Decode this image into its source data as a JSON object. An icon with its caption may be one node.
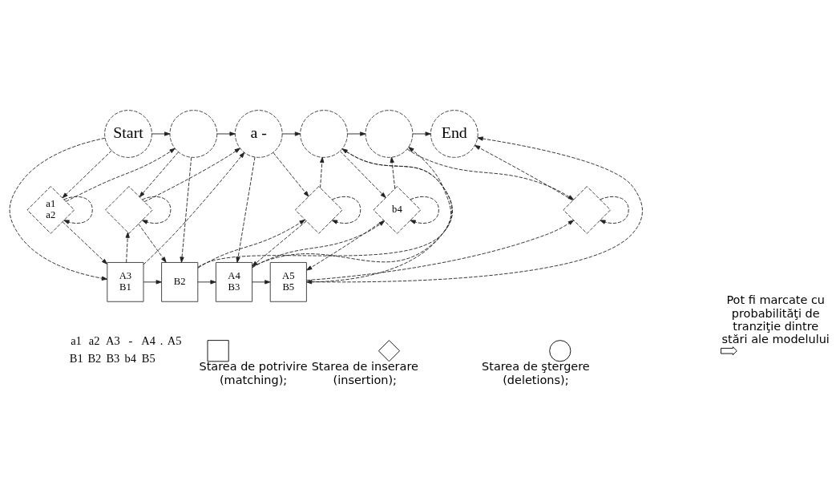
{
  "diagram": {
    "nodes": [
      {
        "text": [
          "Start"
        ]
      },
      {
        "text": [],
        "shape": "circle"
      },
      {
        "text": [
          "a -"
        ]
      },
      {
        "text": [],
        "shape": "circle"
      },
      {
        "text": [],
        "shape": "circle"
      },
      {
        "text": [
          "End"
        ]
      },
      {
        "text": [
          "a1",
          "a2"
        ]
      },
      {
        "text": [],
        "shape": "diamond"
      },
      {
        "text": [],
        "shape": "diamond"
      },
      {
        "text": [
          "b4"
        ]
      },
      {
        "text": [],
        "shape": "diamond"
      },
      {
        "text": [
          "A3",
          "B1"
        ]
      },
      {
        "text": [
          "B2"
        ]
      },
      {
        "text": [
          "A4",
          "B3"
        ]
      },
      {
        "text": [
          "A5",
          "B5"
        ]
      }
    ],
    "edges": [
      {
        "from": 0,
        "to": 1,
        "arrow": "to"
      },
      {
        "from": 1,
        "to": 2,
        "arrow": "to"
      },
      {
        "from": 2,
        "to": 3,
        "arrow": "to"
      },
      {
        "from": 3,
        "to": 4,
        "arrow": "to"
      },
      {
        "from": 4,
        "to": 5,
        "arrow": "to"
      },
      {
        "from": 11,
        "to": 12,
        "arrow": "to"
      },
      {
        "from": 12,
        "to": 13,
        "arrow": "to"
      },
      {
        "from": 13,
        "to": 14,
        "arrow": "to"
      },
      {
        "from": 0,
        "to": 6,
        "arrow": "to",
        "style": "dashed"
      },
      {
        "from": 0,
        "to": 11,
        "arrow": "to",
        "style": "dashed"
      },
      {
        "from": 6,
        "to": 6,
        "arrow": "to",
        "style": "dashed"
      },
      {
        "from": 6,
        "to": 1,
        "arrow": "to",
        "style": "dashed"
      },
      {
        "from": 6,
        "to": 11,
        "arrow": "to",
        "style": "dashed"
      },
      {
        "from": 1,
        "to": 7,
        "arrow": "to",
        "style": "dashed"
      },
      {
        "from": 1,
        "to": 12,
        "arrow": "to",
        "style": "dashed"
      },
      {
        "from": 11,
        "to": 7,
        "arrow": "to",
        "style": "dashed"
      },
      {
        "from": 11,
        "to": 2,
        "arrow": "to",
        "style": "dashed"
      },
      {
        "from": 7,
        "to": 7,
        "arrow": "to",
        "style": "dashed"
      },
      {
        "from": 7,
        "to": 2,
        "arrow": "to",
        "style": "dashed"
      },
      {
        "from": 7,
        "to": 12,
        "arrow": "to",
        "style": "dashed"
      },
      {
        "from": 2,
        "to": 8,
        "arrow": "to",
        "style": "dashed"
      },
      {
        "from": 2,
        "to": 13,
        "arrow": "to",
        "style": "dashed"
      },
      {
        "from": 12,
        "to": 8,
        "arrow": "to",
        "style": "dashed"
      },
      {
        "from": 12,
        "to": 3,
        "arrow": "to",
        "style": "dashed"
      },
      {
        "from": 8,
        "to": 8,
        "arrow": "to",
        "style": "dashed"
      },
      {
        "from": 8,
        "to": 3,
        "arrow": "to",
        "style": "dashed"
      },
      {
        "from": 8,
        "to": 13,
        "arrow": "to",
        "style": "dashed"
      },
      {
        "from": 3,
        "to": 9,
        "arrow": "to",
        "style": "dashed"
      },
      {
        "from": 3,
        "to": 14,
        "arrow": "to",
        "style": "dashed"
      },
      {
        "from": 13,
        "to": 9,
        "arrow": "to",
        "style": "dashed"
      },
      {
        "from": 13,
        "to": 4,
        "arrow": "to",
        "style": "dashed"
      },
      {
        "from": 9,
        "to": 9,
        "arrow": "to",
        "style": "dashed"
      },
      {
        "from": 9,
        "to": 4,
        "arrow": "to",
        "style": "dashed"
      },
      {
        "from": 9,
        "to": 14,
        "arrow": "to",
        "style": "dashed"
      },
      {
        "from": 4,
        "to": 10,
        "arrow": "to",
        "style": "dashed"
      },
      {
        "from": 14,
        "to": 10,
        "arrow": "to",
        "style": "dashed"
      },
      {
        "from": 14,
        "to": 5,
        "arrow": "to",
        "style": "dashed"
      },
      {
        "from": 10,
        "to": 10,
        "arrow": "to",
        "style": "dashed"
      },
      {
        "from": 10,
        "to": 5,
        "arrow": "to",
        "style": "dashed"
      }
    ],
    "labels": [
      "a1",
      "a2",
      "A3",
      "-",
      "A4",
      ".",
      "A5",
      "B1",
      "B2",
      "B3",
      "b4",
      "B5"
    ],
    "legend": [
      {
        "text": "Starea de potrivire (matching);"
      },
      {
        "text": "Starea de inserare (insertion);"
      },
      {
        "text": "Starea de ştergere (deletions);"
      },
      {
        "text": "Pot fi marcate cu probabilităţi de tranziţie dintre stări ale modelului"
      }
    ]
  }
}
